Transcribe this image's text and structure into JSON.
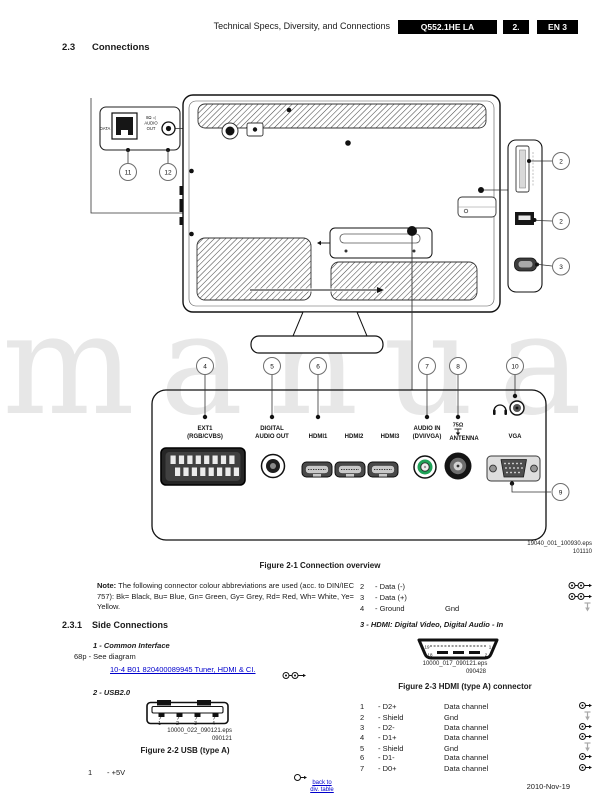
{
  "header": {
    "title": "Technical Specs, Diversity, and Connections",
    "badges": [
      "Q552.1HE LA",
      "2.",
      "EN 3"
    ]
  },
  "section": {
    "number": "2.3",
    "title": "Connections"
  },
  "fig1": {
    "detail": {
      "data_label": "DATA",
      "audio_l1": "8Ω ◁",
      "audio_l2": "AUDIO",
      "audio_l3": "OUT"
    },
    "callouts": {
      "c2a": "2",
      "c2b": "2",
      "c3": "3",
      "c4": "4",
      "c5": "5",
      "c6": "6",
      "c7": "7",
      "c8": "8",
      "c9": "9",
      "c10": "10",
      "c11": "11",
      "c12": "12"
    },
    "labels": {
      "ext1a": "EXT1",
      "ext1b": "(RGB/CVBS)",
      "dig1": "DIGITAL",
      "dig2": "AUDIO OUT",
      "hdmi1": "HDMI1",
      "hdmi2": "HDMI2",
      "hdmi3": "HDMI3",
      "ain1": "AUDIO IN",
      "ain2": "(DVI/VGA)",
      "ant1": "75Ω",
      "ant2": "ANTENNA",
      "vga": "VGA"
    },
    "eps": "19040_001_100930.eps",
    "eps_num": "101110",
    "caption": "Figure 2-1 Connection overview"
  },
  "note": {
    "label": "Note:",
    "text": "The following connector colour abbreviations are used (acc. to DIN/IEC 757): Bk= Black, Bu= Blue, Gn= Green, Gy= Grey, Rd= Red, Wh= White, Ye= Yellow."
  },
  "usb_pins_top": [
    {
      "pin": "2",
      "name": "- Data (-)",
      "desc": "",
      "icon": "signal-io"
    },
    {
      "pin": "3",
      "name": "- Data (+)",
      "desc": "",
      "icon": "signal-io"
    },
    {
      "pin": "4",
      "name": "- Ground",
      "desc": "Gnd",
      "icon": "ground"
    }
  ],
  "side": {
    "number": "2.3.1",
    "title": "Side Connections"
  },
  "ci": {
    "heading": "1 - Common Interface",
    "sub": "68p - See diagram",
    "link": "10-4 B01 820400089945 Tuner, HDMI & CI."
  },
  "usb": {
    "heading": "2 - USB2.0",
    "pins": [
      "1",
      "2",
      "3",
      "4"
    ],
    "eps": "10000_022_090121.eps",
    "eps_num": "090121",
    "caption": "Figure 2-2  USB (type A)",
    "pin_5v": {
      "pin": "1",
      "name": "- +5V",
      "icon": "signal-io"
    }
  },
  "hdmi": {
    "heading": "3 - HDMI: Digital Video, Digital Audio - In",
    "pin_tl": "19",
    "pin_tr": "1",
    "pin_bl": "18",
    "pin_br": "2",
    "eps": "10000_017_090121.eps",
    "eps_num": "090428",
    "caption": "Figure 2-3 HDMI (type A) connector",
    "table": [
      {
        "pin": "1",
        "name": "- D2+",
        "desc": "Data channel",
        "icon": "signal-io"
      },
      {
        "pin": "2",
        "name": "- Shield",
        "desc": "Gnd",
        "icon": "ground"
      },
      {
        "pin": "3",
        "name": "- D2-",
        "desc": "Data channel",
        "icon": "signal-io"
      },
      {
        "pin": "4",
        "name": "- D1+",
        "desc": "Data channel",
        "icon": "signal-io"
      },
      {
        "pin": "5",
        "name": "- Shield",
        "desc": "Gnd",
        "icon": "ground"
      },
      {
        "pin": "6",
        "name": "- D1-",
        "desc": "Data channel",
        "icon": "signal-io"
      },
      {
        "pin": "7",
        "name": "- D0+",
        "desc": "Data channel",
        "icon": "signal-io"
      }
    ]
  },
  "footer": {
    "back_l1": "back to",
    "back_l2": "div. table",
    "date": "2010-Nov-19"
  },
  "watermark": "manual",
  "colors": {
    "link": "#0000cc",
    "badge_bg": "#000000",
    "rca_green": "#1ea157",
    "watermark": "#e7e7e7"
  }
}
